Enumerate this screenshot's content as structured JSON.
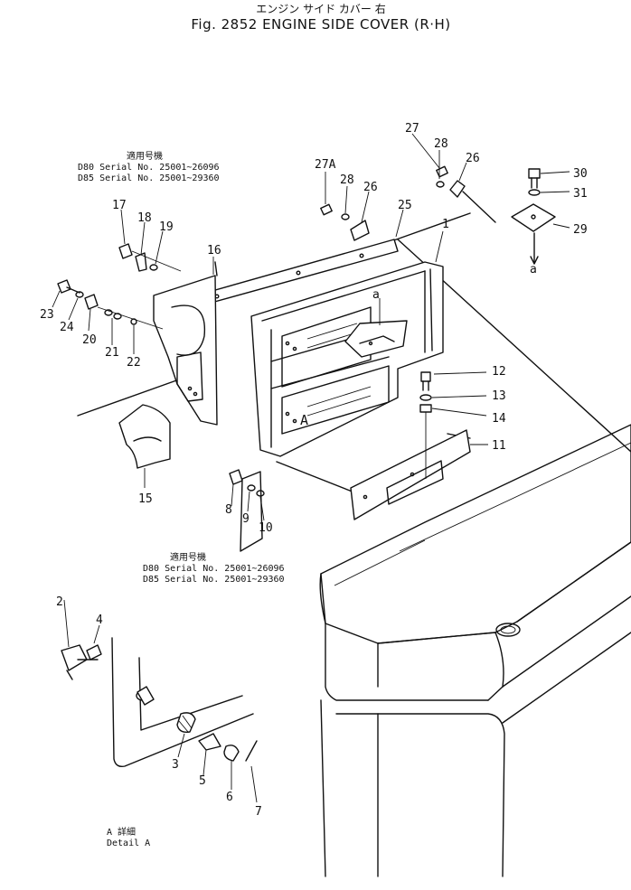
{
  "header": {
    "title_jp": "エンジン サイド カバー   右",
    "title_en": "Fig. 2852 ENGINE SIDE COVER (R·H)"
  },
  "notes": {
    "upper": {
      "heading": "適用号機",
      "line1": "D80 Serial No. 25001~26096",
      "line2": "D85 Serial No. 25001~29360"
    },
    "lower": {
      "heading": "適用号機",
      "line1": "D80 Serial No. 25001~26096",
      "line2": "D85 Serial No. 25001~29360"
    }
  },
  "detail": {
    "line1": "A 詳細",
    "line2": "Detail A"
  },
  "markers": {
    "a_upper": "a",
    "a_lower": "a",
    "A_mark": "A"
  },
  "callouts": {
    "c1": "1",
    "c2": "2",
    "c3": "3",
    "c4": "4",
    "c5": "5",
    "c6": "6",
    "c7": "7",
    "c8": "8",
    "c9": "9",
    "c10": "10",
    "c11": "11",
    "c12": "12",
    "c13": "13",
    "c14": "14",
    "c15": "15",
    "c16": "16",
    "c17": "17",
    "c18": "18",
    "c19": "19",
    "c20": "20",
    "c21": "21",
    "c22": "22",
    "c23": "23",
    "c24": "24",
    "c25": "25",
    "c26a": "26",
    "c26b": "26",
    "c27": "27",
    "c27a": "27A",
    "c28a": "28",
    "c28b": "28",
    "c29": "29",
    "c30": "30",
    "c31": "31"
  }
}
